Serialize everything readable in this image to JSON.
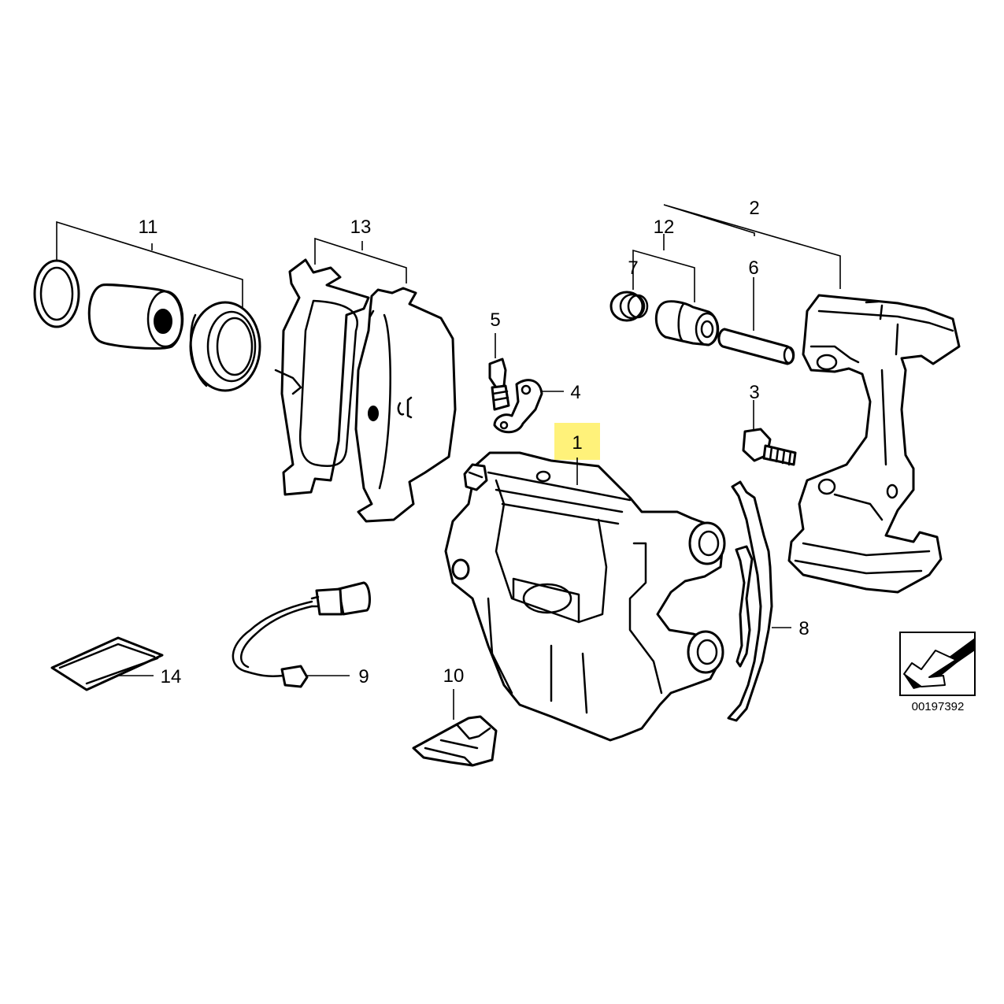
{
  "diagram": {
    "highlight_color": "#fff27a",
    "callouts": {
      "c1": "1",
      "c2": "2",
      "c3": "3",
      "c4": "4",
      "c5": "5",
      "c6": "6",
      "c7": "7",
      "c8": "8",
      "c9": "9",
      "c10": "10",
      "c11": "11",
      "c12": "12",
      "c13": "13",
      "c14": "14"
    },
    "highlighted_callout": "1",
    "diagram_number": "00197392",
    "orientation_icon": "arrow-direction-icon"
  }
}
